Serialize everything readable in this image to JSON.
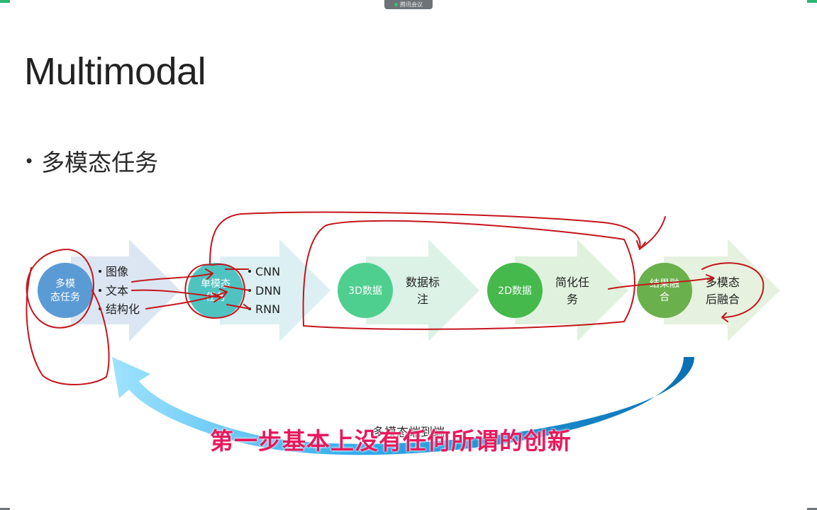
{
  "overlay": {
    "meeting_label": "腾讯会议"
  },
  "slide": {
    "title": "Multimodal",
    "bullet": "多模态任务"
  },
  "diagram": {
    "stages": [
      {
        "circle_label": [
          "多模",
          "态任务"
        ],
        "side_items": [
          "图像",
          "文本",
          "结构化"
        ],
        "circle_color": "#5b9bd5",
        "arrow_color": "#dce6f3"
      },
      {
        "circle_label": [
          "单模态",
          "任务"
        ],
        "side_items": [
          "CNN",
          "DNN",
          "RNN"
        ],
        "circle_color": "#4fc3c0",
        "arrow_color": "#dcf0f3"
      },
      {
        "circle_label": [
          "3D数据"
        ],
        "side_text": [
          "数据标",
          "注"
        ],
        "circle_color": "#4fcf8f",
        "arrow_color": "#dcf2e6"
      },
      {
        "circle_label": [
          "2D数据"
        ],
        "side_text": [
          "简化任",
          "务"
        ],
        "circle_color": "#45b94b",
        "arrow_color": "#e0f2de"
      },
      {
        "circle_label": [
          "结果融",
          "合"
        ],
        "side_text": [
          "多模态",
          "后融合"
        ],
        "circle_color": "#6ab04c",
        "arrow_color": "#e6f2df"
      }
    ],
    "loop_label": "多模态端到端",
    "colors": {
      "ink": "#c4151c",
      "loop_start": "#0077b6",
      "loop_end": "#8ddcff"
    }
  },
  "caption": "第一步基本上没有任何所谓的创新"
}
